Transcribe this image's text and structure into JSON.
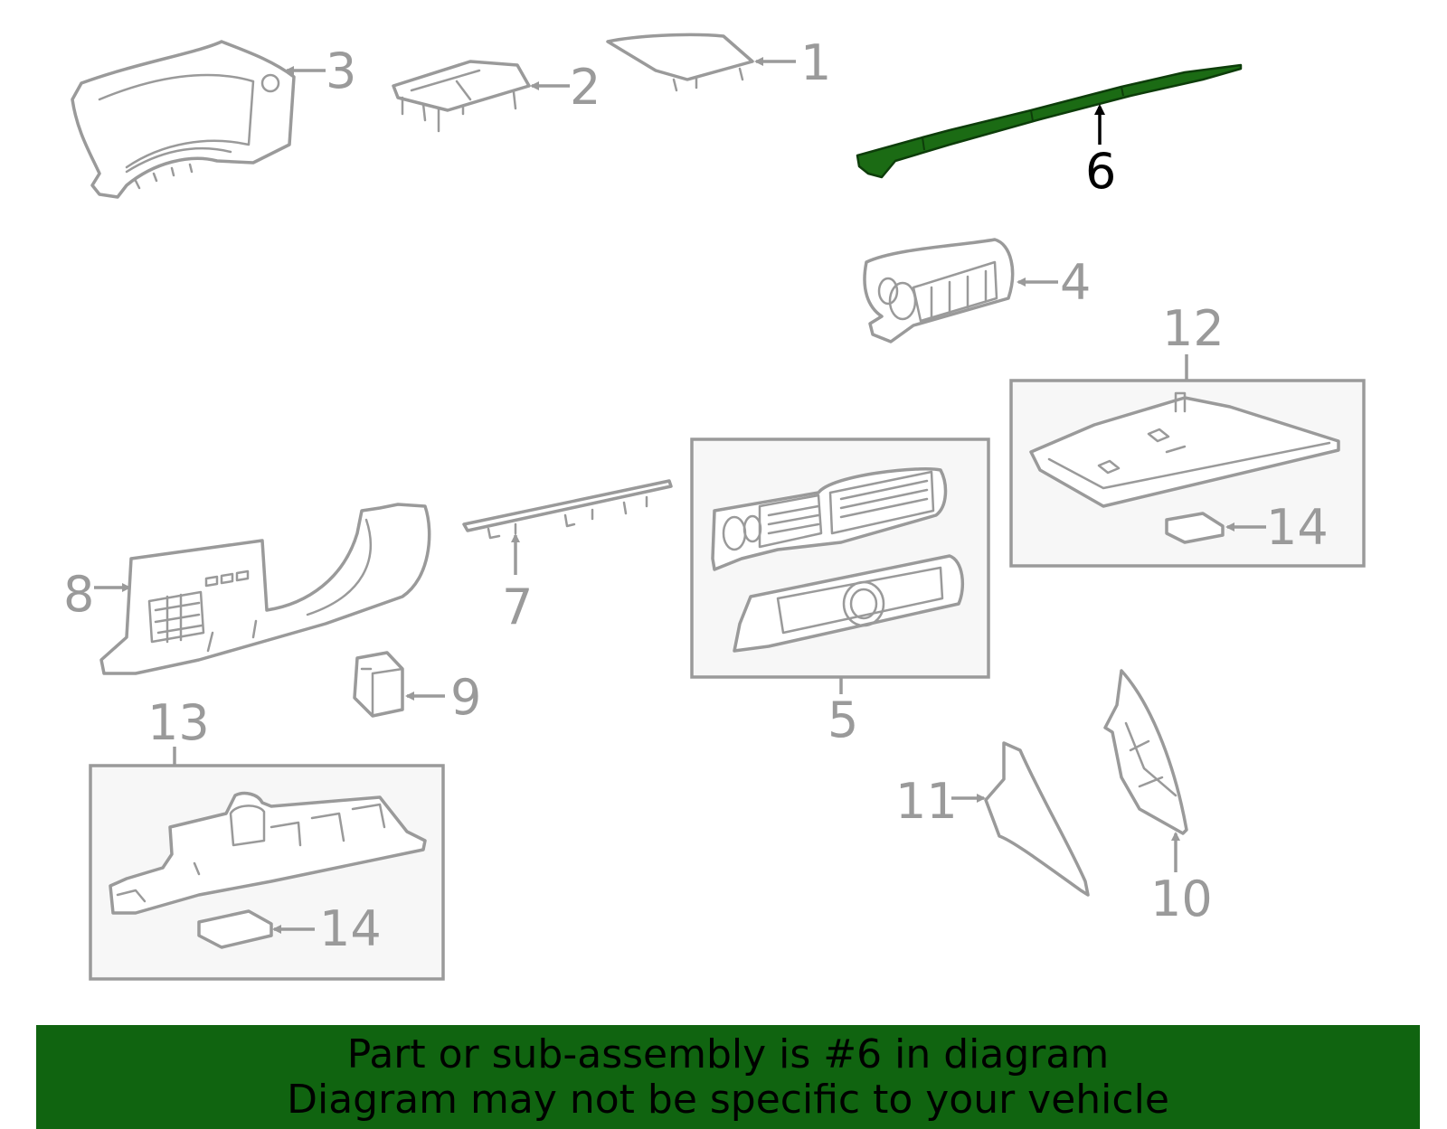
{
  "callouts": {
    "c1": "1",
    "c2": "2",
    "c3": "3",
    "c4": "4",
    "c5": "5",
    "c6": "6",
    "c7": "7",
    "c8": "8",
    "c9": "9",
    "c10": "10",
    "c11": "11",
    "c12": "12",
    "c13": "13",
    "c14a": "14",
    "c14b": "14"
  },
  "highlighted_part": "6",
  "colors": {
    "highlight": "#1b6b14",
    "banner": "#106410",
    "lines": "#9a9a9a"
  },
  "banner": {
    "line1": "Part or sub-assembly is #6 in diagram",
    "line2": "Diagram may not be specific to your vehicle"
  }
}
